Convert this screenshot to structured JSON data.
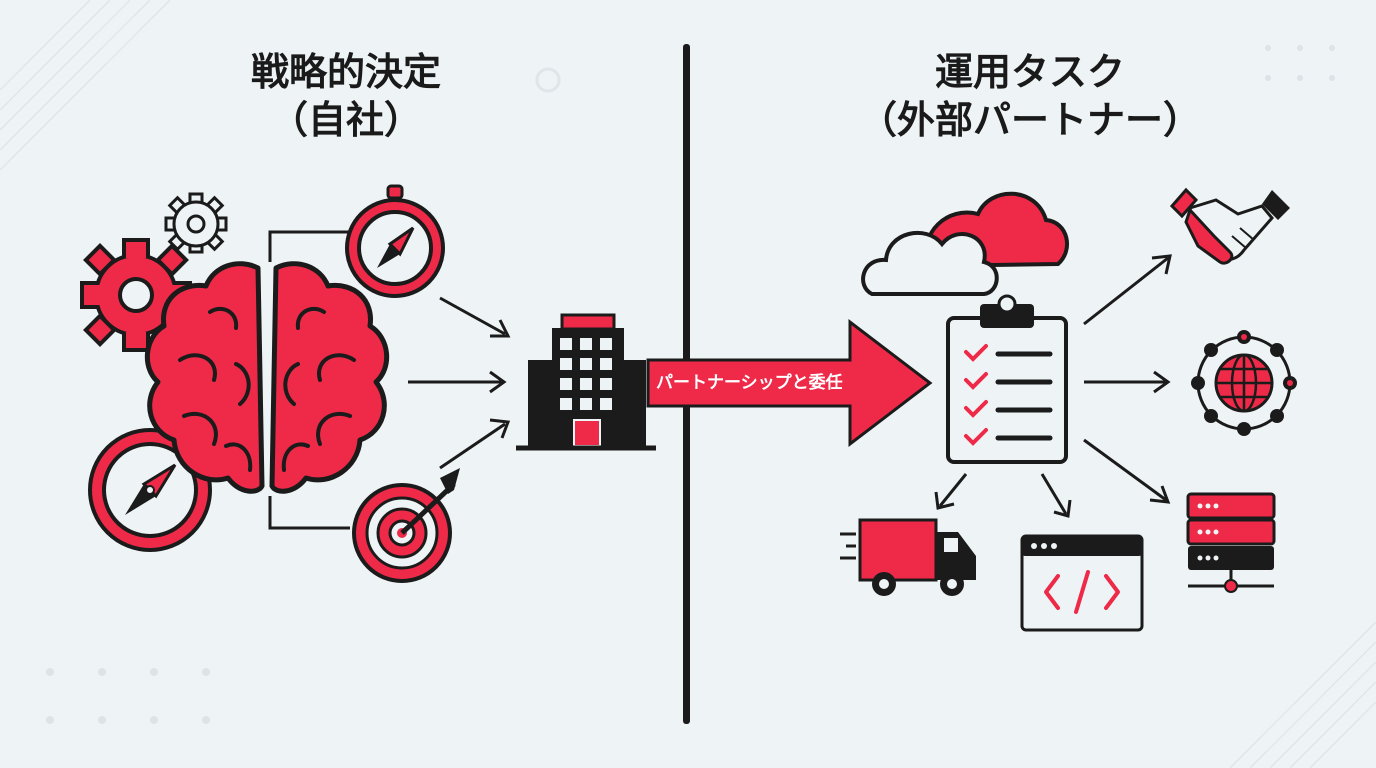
{
  "diagram": {
    "left_section": {
      "title_line1": "戦略的決定",
      "title_line2": "（自社）"
    },
    "right_section": {
      "title_line1": "運用タスク",
      "title_line2": "（外部パートナー）"
    },
    "center_arrow": {
      "label": "パートナーシップと委任"
    },
    "left_icons": [
      "gear-icon",
      "gear-icon",
      "brain-icon",
      "compass-icon",
      "stopwatch-icon",
      "target-icon"
    ],
    "right_icons": [
      "cloud-icon",
      "clipboard-checklist-icon",
      "handshake-icon",
      "globe-network-icon",
      "server-icon",
      "delivery-truck-icon",
      "code-window-icon"
    ],
    "center_icon": "office-building-icon"
  },
  "colors": {
    "accent": "#ee2a48",
    "ink": "#1b1b1b",
    "background": "#eef3f5"
  }
}
